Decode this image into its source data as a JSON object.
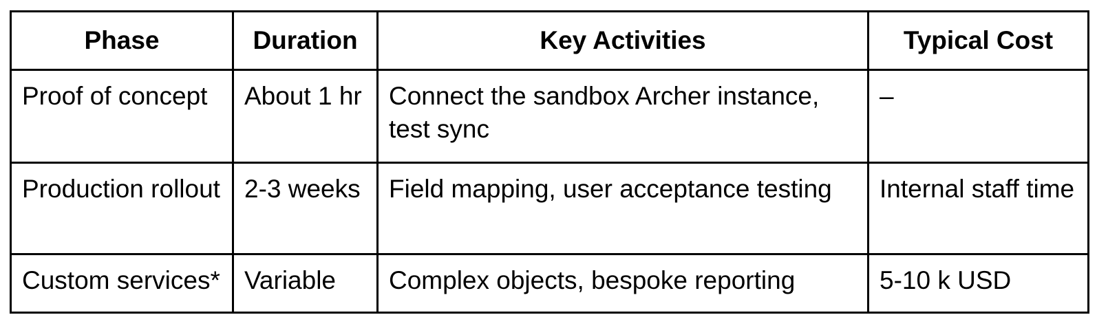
{
  "page": {
    "background_color": "#ffffff"
  },
  "table": {
    "border_color": "#000000",
    "text_color": "#000000",
    "headers": [
      "Phase",
      "Duration",
      "Key Activities",
      "Typical Cost"
    ],
    "rows": [
      {
        "phase": "Proof of concept",
        "duration": "About 1 hr",
        "key_activities": "Connect the sandbox Archer instance,\ntest sync",
        "typical_cost": "–"
      },
      {
        "phase": "Production rollout",
        "duration": "2-3 weeks",
        "key_activities": "Field mapping, user acceptance testing",
        "typical_cost": "Internal staff time"
      },
      {
        "phase": "Custom services*",
        "duration": "Variable",
        "key_activities": "Complex objects, bespoke reporting",
        "typical_cost": "5-10 k USD"
      }
    ]
  }
}
